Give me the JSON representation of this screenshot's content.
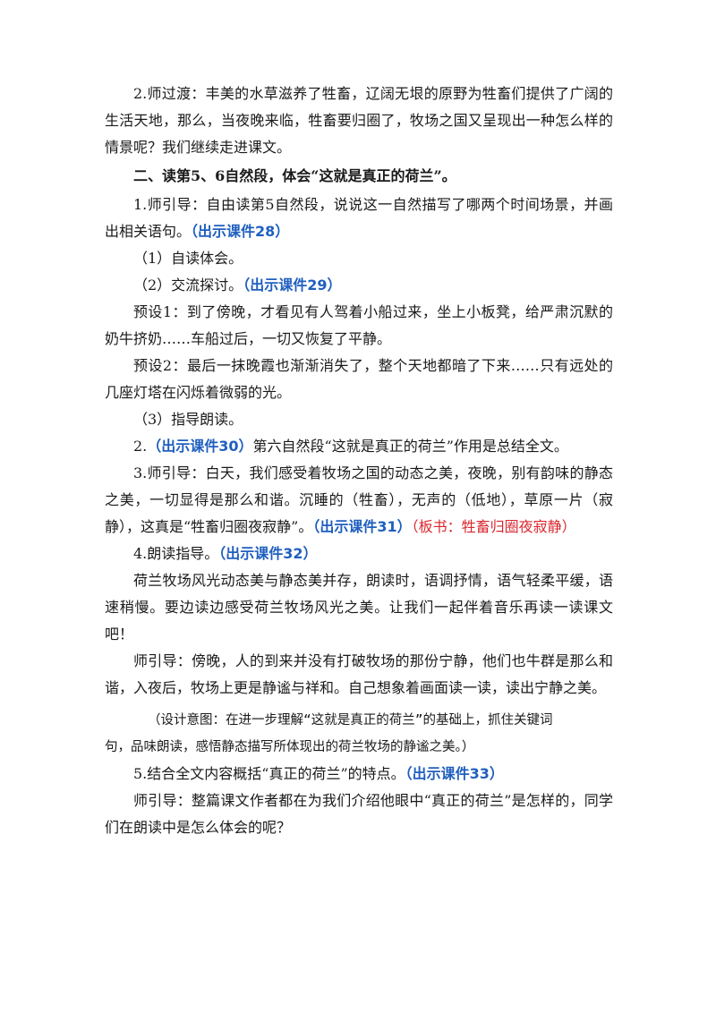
{
  "paragraphs": {
    "p1_text": "2.师过渡：丰美的水草滋养了牲畜，辽阔无垠的原野为牲畜们提供了广阔的生活天地，那么，当夜晚来临，牲畜要归圈了，牧场之国又呈现出一种怎么样的情景呢？我们继续走进课文。",
    "section2_heading": "二、读第5、6自然段，体会“这就是真正的荷兰”。",
    "p3_text": "1.师引导：自由读第5自然段，说说这一自然描写了哪两个时间场景，并画出相关语句。",
    "p3_tag": "（出示课件28）",
    "p4_text": "（1）自读体会。",
    "p5_text": "（2）交流探讨。",
    "p5_tag": "（出示课件29）",
    "p6_text": "预设1：到了傍晚，才看见有人驾着小船过来，坐上小板凳，给严肃沉默的奶牛挤奶……车船过后，一切又恢复了平静。",
    "p7_text": "预设2：最后一抹晚霞也渐渐消失了，整个天地都暗了下来……只有远处的几座灯塔在闪烁着微弱的光。",
    "p8_text": "（3）指导朗读。",
    "p9_prefix": "2.",
    "p9_tag": "（出示课件30）",
    "p9_text": "第六自然段“这就是真正的荷兰”作用是总结全文。",
    "p10_text": "3.师引导：白天，我们感受着牧场之国的动态之美，夜晚，别有韵味的静态之美，一切显得是那么和谐。沉睡的（牲畜），无声的（低地），草原一片（寂静），这真是“牲畜归圈夜寂静”。",
    "p10_tag": "（出示课件31）",
    "p10_red": "（板书：牲畜归圈夜寂静）",
    "p11_text": "4.朗读指导。",
    "p11_tag": "（出示课件32）",
    "p12_text": "荷兰牧场风光动态美与静态美并存，朗读时，语调抒情，语气轻柔平缓，语速稍慢。要边读边感受荷兰牧场风光之美。让我们一起伴着音乐再读一读课文吧！",
    "p13_text": "师引导：傍晚，人的到来并没有打破牧场的那份宁静，他们也牛群是那么和谐，入夜后，牧场上更是静谧与祥和。自己想象着画面读一读，读出宁静之美。",
    "note_line1": "（设计意图：在进一步理解“这就是真正的荷兰”的基础上，抓住关键词",
    "note_line2": "句，品味朗读，感悟静态描写所体现出的荷兰牧场的静谧之美。）",
    "p15_text": "5.结合全文内容概括“真正的荷兰”的特点。",
    "p15_tag": "（出示课件33）",
    "p16_text": "师引导：整篇课文作者都在为我们介绍他眼中“真正的荷兰”是怎样的，同学们在朗读中是怎么体会的呢？"
  },
  "colors": {
    "tag_blue": "#1f5fbf",
    "board_red": "#d9272e"
  }
}
